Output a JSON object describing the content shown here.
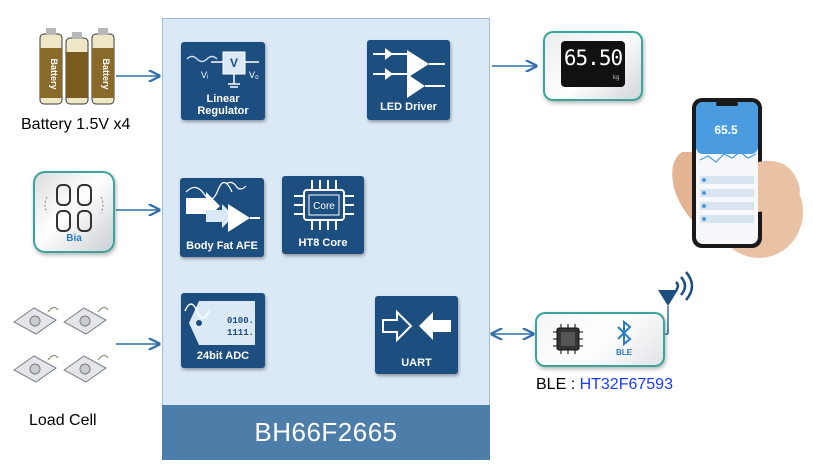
{
  "mcu": {
    "name": "BH66F2665"
  },
  "blocks": {
    "linear_regulator": {
      "label_line1": "Linear",
      "label_line2": "Regulator",
      "sym_v": "V",
      "sym_vi": "Vᵢ",
      "sym_vo": "V₀"
    },
    "led_driver": {
      "label": "LED Driver"
    },
    "body_fat_afe": {
      "label": "Body Fat AFE"
    },
    "ht8_core": {
      "label": "HT8 Core",
      "chip_text": "Core"
    },
    "adc": {
      "label": "24bit ADC",
      "bits1": "0100..",
      "bits2": "1111.."
    },
    "uart": {
      "label": "UART"
    }
  },
  "external": {
    "battery": {
      "label": "Battery 1.5V x4",
      "cell_text": "Battery"
    },
    "bia": {
      "icon_text": "Bia"
    },
    "load_cell": {
      "label": "Load Cell"
    },
    "display": {
      "reading": "65.50",
      "unit": "kg"
    },
    "ble": {
      "prefix": "BLE : ",
      "chip": "HT32F67593",
      "icon_text": "BLE"
    },
    "phone": {
      "reading": "65.5"
    }
  },
  "colors": {
    "mcu_fill": "#dbe9f6",
    "block_fill": "#1c4f80",
    "title_bar": "#4d7eaa",
    "arrow": "#2f6ea8",
    "ble_chip_text": "#1a3cff"
  }
}
